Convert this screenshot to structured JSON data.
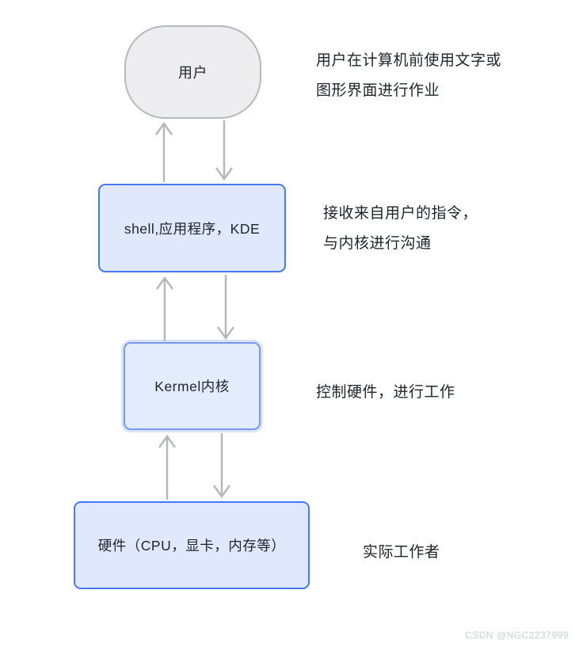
{
  "diagram": {
    "nodes": [
      {
        "id": "user",
        "label": "用户"
      },
      {
        "id": "shell",
        "label": "shell,应用程序，KDE"
      },
      {
        "id": "kernel",
        "label": "Kermel内核"
      },
      {
        "id": "hardware",
        "label": "硬件（CPU，显卡，内存等）"
      }
    ],
    "annotations": [
      {
        "for": "user",
        "lines": [
          "用户在计算机前使用文字或",
          "图形界面进行作业"
        ]
      },
      {
        "for": "shell",
        "lines": [
          "接收来自用户的指令，",
          "与内核进行沟通"
        ]
      },
      {
        "for": "kernel",
        "lines": [
          "控制硬件，进行工作"
        ]
      },
      {
        "for": "hardware",
        "lines": [
          "实际工作者"
        ]
      }
    ],
    "watermark": "CSDN @NGC2237999"
  },
  "theme": {
    "canvas-bg": "#ffffff",
    "node-blue-border": "#4679f0",
    "node-blue-fill": "#dfe8fc",
    "kernel-border": "#7b97ef",
    "kernel-fill": "#e3ecfd",
    "terminator-fill": "#ededef",
    "terminator-border": "#b5b8be",
    "arrow-color": "#b4b7bd",
    "text-color": "#1f242b",
    "watermark-color": "#c9ced8"
  }
}
